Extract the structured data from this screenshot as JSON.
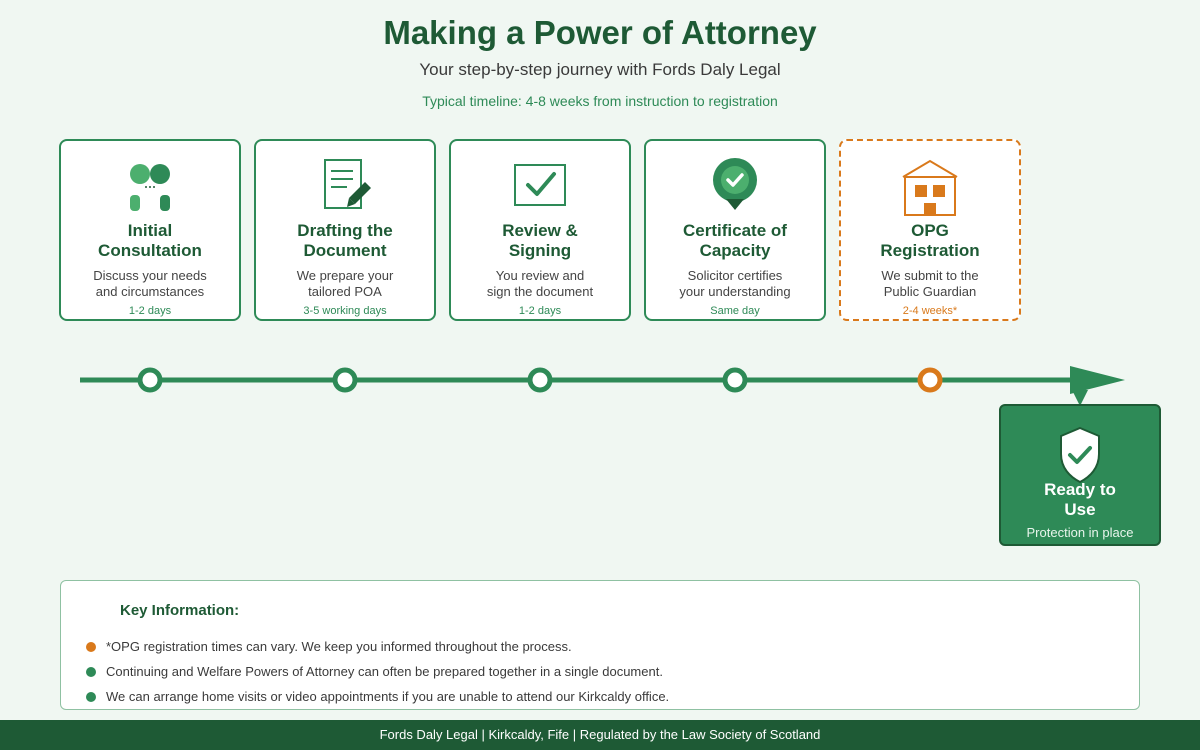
{
  "header": {
    "title": "Making a Power of Attorney",
    "subtitle": "Your step-by-step journey with Fords Daly Legal",
    "timeline_note": "Typical timeline: 4-8 weeks from instruction to registration"
  },
  "steps": [
    {
      "title": "Initial Consultation",
      "description": "Discuss your needs and circumstances",
      "duration": "1-2 days",
      "icon": "people-icon"
    },
    {
      "title": "Drafting the Document",
      "description": "We prepare your tailored POA",
      "duration": "3-5 working days",
      "icon": "document-pen-icon"
    },
    {
      "title": "Review & Signing",
      "description": "You review and sign the document",
      "duration": "1-2 days",
      "icon": "checkbox-icon"
    },
    {
      "title": "Certificate of Capacity",
      "description": "Solicitor certifies your understanding",
      "duration": "Same day",
      "icon": "check-pin-icon"
    },
    {
      "title": "OPG Registration",
      "description": "We submit to the Public Guardian",
      "duration": "2-4 weeks*",
      "icon": "building-icon"
    }
  ],
  "final": {
    "title": "Ready to Use",
    "subtitle": "Protection in place",
    "icon": "shield-check-icon"
  },
  "key_info": {
    "title": "Key Information:",
    "items": [
      {
        "text": "*OPG registration times can vary. We keep you informed throughout the process.",
        "color": "#d9791b"
      },
      {
        "text": "Continuing and Welfare Powers of Attorney can often be prepared together in a single document.",
        "color": "#2e8a57"
      },
      {
        "text": "We can arrange home visits or video appointments if you are unable to attend our Kirkcaldy office.",
        "color": "#2e8a57"
      }
    ]
  },
  "footer": {
    "text": "Fords Daly Legal | Kirkcaldy, Fife | Regulated by the Law Society of Scotland"
  },
  "colors": {
    "primary": "#2e8a57",
    "dark": "#1e5a35",
    "accent": "#d9791b",
    "background": "#f0f7f2"
  }
}
